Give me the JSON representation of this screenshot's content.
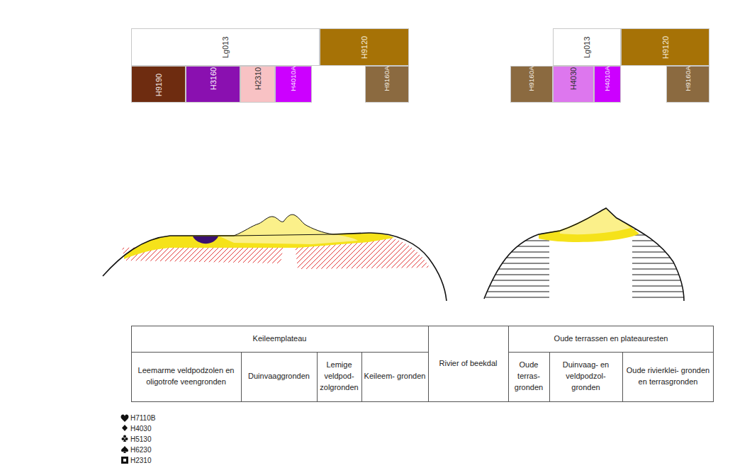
{
  "diagram": {
    "nodes": [
      {
        "text": [
          "Lg013"
        ]
      },
      {
        "text": [
          "H9120"
        ]
      },
      {
        "text": [
          "H9190"
        ]
      },
      {
        "text": [
          "H3160"
        ]
      },
      {
        "text": [
          "H2310"
        ]
      },
      {
        "text": [
          "H4010A"
        ]
      },
      {
        "text": [
          "H9160A"
        ]
      },
      {
        "text": [
          "Lg013"
        ]
      },
      {
        "text": [
          "H9120"
        ]
      },
      {
        "text": [
          "H9160A"
        ]
      },
      {
        "text": [
          "H4030"
        ]
      },
      {
        "text": [
          "H4010A"
        ]
      },
      {
        "text": [
          "H9160A"
        ]
      }
    ],
    "labels": [
      "Keileemplateau",
      "Rivier of beekdal",
      "Oude terrassen en plateauresten",
      "Leemarme veldpodzolen en oligotrofe veengronden",
      "Duinvaaggronden",
      "Lemige veldpod- zolgronden",
      "Keileem- gronden",
      "Oude terras- gronden",
      "Duinvaag- en veldpodzol- gronden",
      "Oude rivierklei- gronden en terrasgronden"
    ],
    "legend": [
      {
        "text": "H7110B"
      },
      {
        "text": "H4030"
      },
      {
        "text": "H5130"
      },
      {
        "text": "H6230"
      },
      {
        "text": "H2310"
      }
    ]
  }
}
